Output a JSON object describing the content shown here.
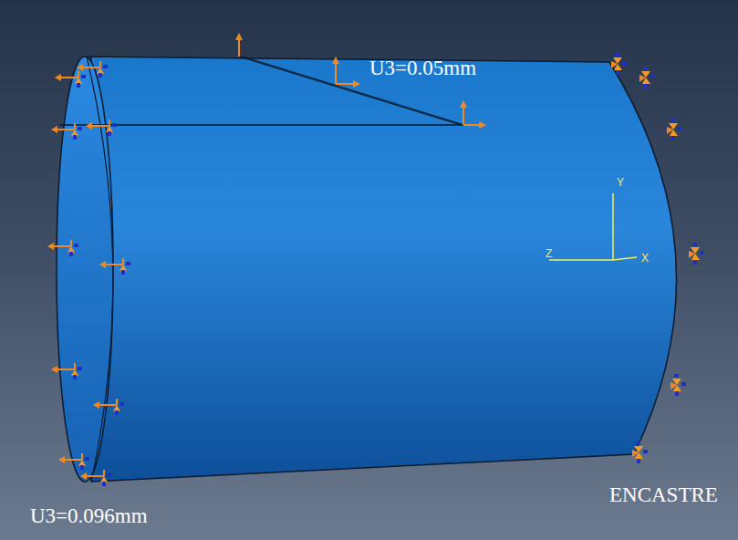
{
  "diagram": {
    "labels": [
      "U3=0.05mm",
      "U3=0.096mm",
      "ENCASTRE",
      "Y",
      "Z",
      "X"
    ]
  }
}
